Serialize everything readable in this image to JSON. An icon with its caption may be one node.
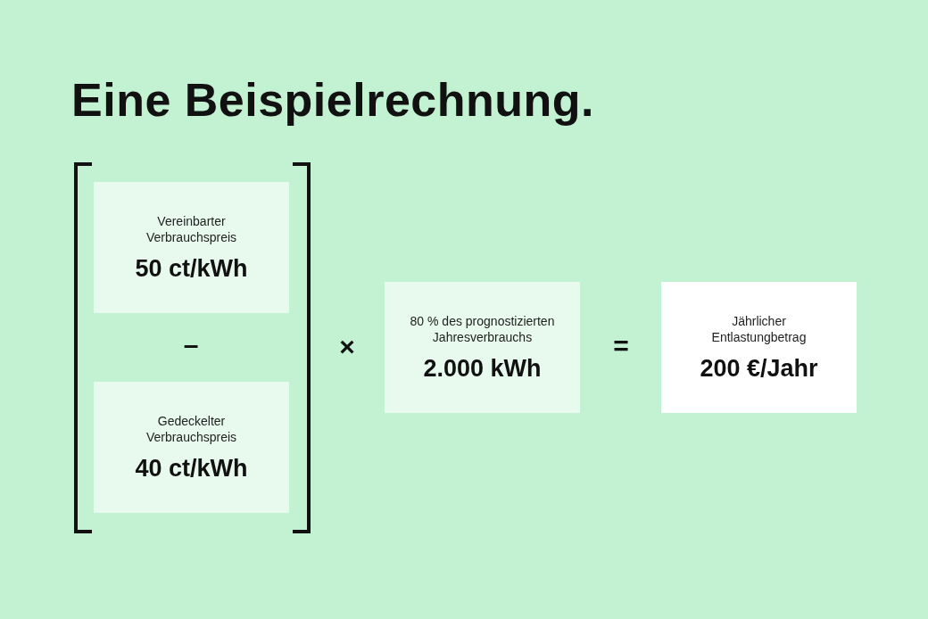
{
  "diagram": {
    "title": "Eine Beispielrechnung.",
    "nodes": [
      {
        "text": [
          "Vereinbarter Verbrauchspreis",
          "50 ct/kWh"
        ]
      },
      {
        "text": [
          "Gedeckelter Verbrauchspreis",
          "40 ct/kWh"
        ]
      },
      {
        "text": [
          "80 % des prognostizierten Jahresverbrauchs",
          "2.000 kWh"
        ]
      },
      {
        "text": [
          "Jährlicher Entlastungbetrag",
          "200 €/Jahr"
        ]
      }
    ],
    "labels": [
      "–",
      "×",
      "="
    ]
  }
}
